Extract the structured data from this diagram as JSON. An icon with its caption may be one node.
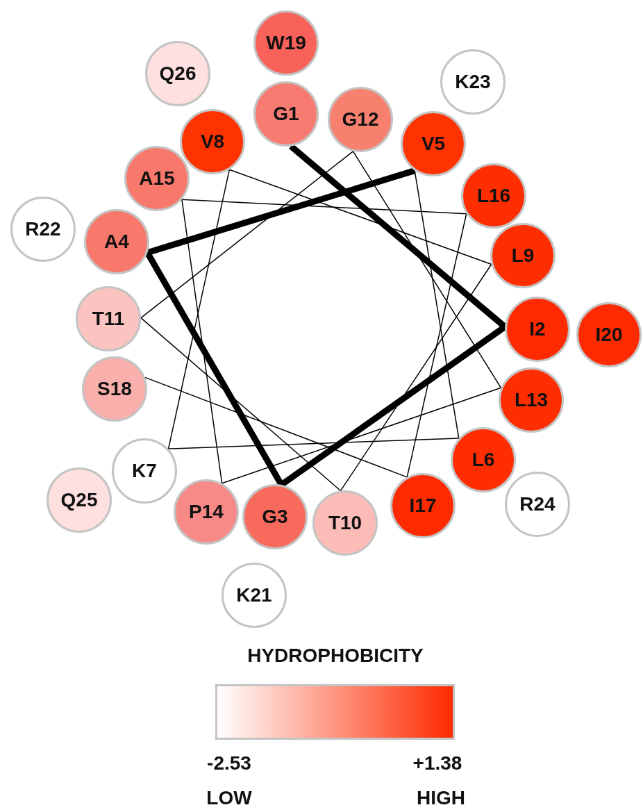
{
  "diagram": {
    "nodes": [
      {
        "text": [
          "G1"
        ]
      },
      {
        "text": [
          "I2"
        ]
      },
      {
        "text": [
          "G3"
        ]
      },
      {
        "text": [
          "A4"
        ]
      },
      {
        "text": [
          "V5"
        ]
      },
      {
        "text": [
          "L6"
        ]
      },
      {
        "text": [
          "K7"
        ]
      },
      {
        "text": [
          "V8"
        ]
      },
      {
        "text": [
          "L9"
        ]
      },
      {
        "text": [
          "T10"
        ]
      },
      {
        "text": [
          "T11"
        ]
      },
      {
        "text": [
          "G12"
        ]
      },
      {
        "text": [
          "L13"
        ]
      },
      {
        "text": [
          "P14"
        ]
      },
      {
        "text": [
          "A15"
        ]
      },
      {
        "text": [
          "L16"
        ]
      },
      {
        "text": [
          "I17"
        ]
      },
      {
        "text": [
          "S18"
        ]
      },
      {
        "text": [
          "W19"
        ]
      },
      {
        "text": [
          "I20"
        ]
      },
      {
        "text": [
          "K21"
        ]
      },
      {
        "text": [
          "R22"
        ]
      },
      {
        "text": [
          "K23"
        ]
      },
      {
        "text": [
          "R24"
        ]
      },
      {
        "text": [
          "Q25"
        ]
      },
      {
        "text": [
          "Q26"
        ]
      },
      {
        "text": [],
        "shape": "bar"
      }
    ],
    "edges": [
      {
        "from": 0,
        "to": 1,
        "arrow": "none",
        "style": "thick"
      },
      {
        "from": 1,
        "to": 2,
        "arrow": "none",
        "style": "thick"
      },
      {
        "from": 2,
        "to": 3,
        "arrow": "none",
        "style": "thick"
      },
      {
        "from": 3,
        "to": 4,
        "arrow": "none",
        "style": "thick"
      },
      {
        "from": 4,
        "to": 5,
        "arrow": "none"
      },
      {
        "from": 5,
        "to": 6,
        "arrow": "none"
      },
      {
        "from": 6,
        "to": 7,
        "arrow": "none"
      },
      {
        "from": 7,
        "to": 8,
        "arrow": "none"
      },
      {
        "from": 8,
        "to": 9,
        "arrow": "none"
      },
      {
        "from": 9,
        "to": 10,
        "arrow": "none"
      },
      {
        "from": 10,
        "to": 11,
        "arrow": "none"
      },
      {
        "from": 11,
        "to": 12,
        "arrow": "none"
      },
      {
        "from": 12,
        "to": 13,
        "arrow": "none"
      },
      {
        "from": 13,
        "to": 14,
        "arrow": "none"
      },
      {
        "from": 14,
        "to": 15,
        "arrow": "none"
      },
      {
        "from": 15,
        "to": 16,
        "arrow": "none"
      },
      {
        "from": 16,
        "to": 17,
        "arrow": "none"
      }
    ],
    "labels": [
      "HYDROPHOBICITY",
      "-2.53",
      "+1.38",
      "LOW",
      "HIGH"
    ]
  }
}
